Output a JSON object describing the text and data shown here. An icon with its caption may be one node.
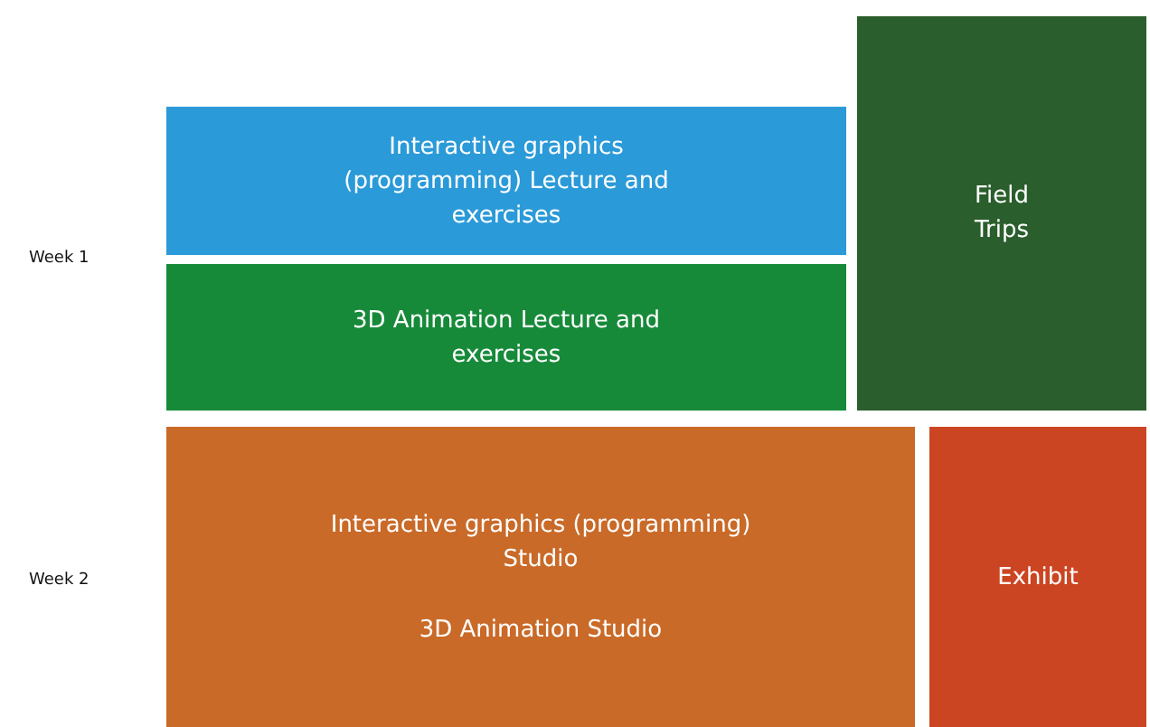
{
  "diagram": {
    "nodes": [
      {
        "text": [
          "Interactive graphics (programming) Lecture and exercises"
        ]
      },
      {
        "text": [
          "3D Animation Lecture and exercises"
        ]
      },
      {
        "text": [
          "Field Trips"
        ]
      },
      {
        "text": [
          "Interactive graphics (programming) Studio",
          "3D Animation Studio"
        ]
      },
      {
        "text": [
          "Exhibit"
        ]
      }
    ],
    "labels": [
      "Week 1",
      "Week 2"
    ]
  }
}
